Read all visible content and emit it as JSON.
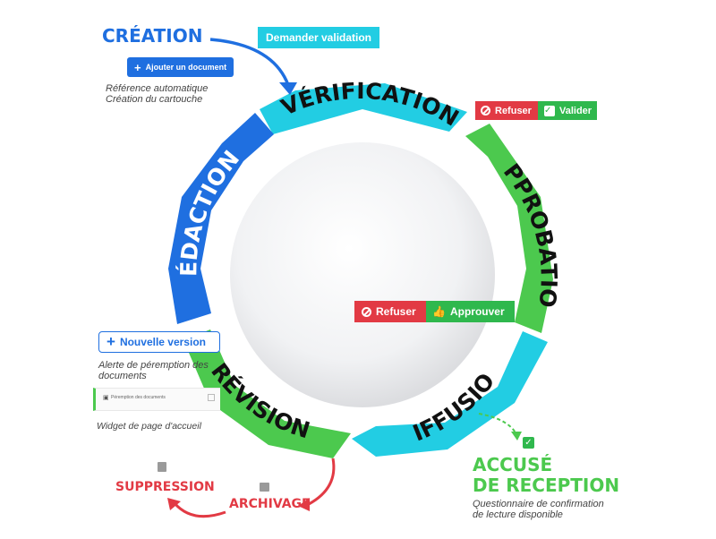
{
  "stages": {
    "creation": "CRÉATION",
    "verification": "VÉRIFICATION",
    "approbation": "APPROBATION",
    "diffusion": "DIFFUSION",
    "revision": "RÉVISION",
    "redaction": "RÉDACTION",
    "accuse_line1": "ACCUSÉ",
    "accuse_line2": "DE RECEPTION",
    "suppression": "SUPPRESSION",
    "archivage": "ARCHIVAGE"
  },
  "buttons": {
    "ajouter": "Ajouter un document",
    "demander": "Demander validation",
    "refuser1": "Refuser",
    "valider": "Valider",
    "refuser2": "Refuser",
    "approuver": "Approuver",
    "nouvelle_version": "Nouvelle version"
  },
  "notes": {
    "creation_line1": "Référence automatique",
    "creation_line2": "Création du cartouche",
    "revision_line1": "Alerte de péremption des",
    "revision_line2": "documents",
    "widget_caption": "Widget de page d'accueil",
    "widget_title": "Péremption des documents",
    "accuse_line1": "Questionnaire de confirmation",
    "accuse_line2": "de lecture disponible"
  },
  "colors": {
    "blue": "#1f6fe0",
    "cyan": "#22cde3",
    "green": "#4cc94e",
    "red": "#e23a44"
  },
  "icons": [
    "plus-icon",
    "ban-icon",
    "check-square-icon",
    "thumbs-up-icon",
    "trash-icon",
    "archive-box-icon"
  ]
}
